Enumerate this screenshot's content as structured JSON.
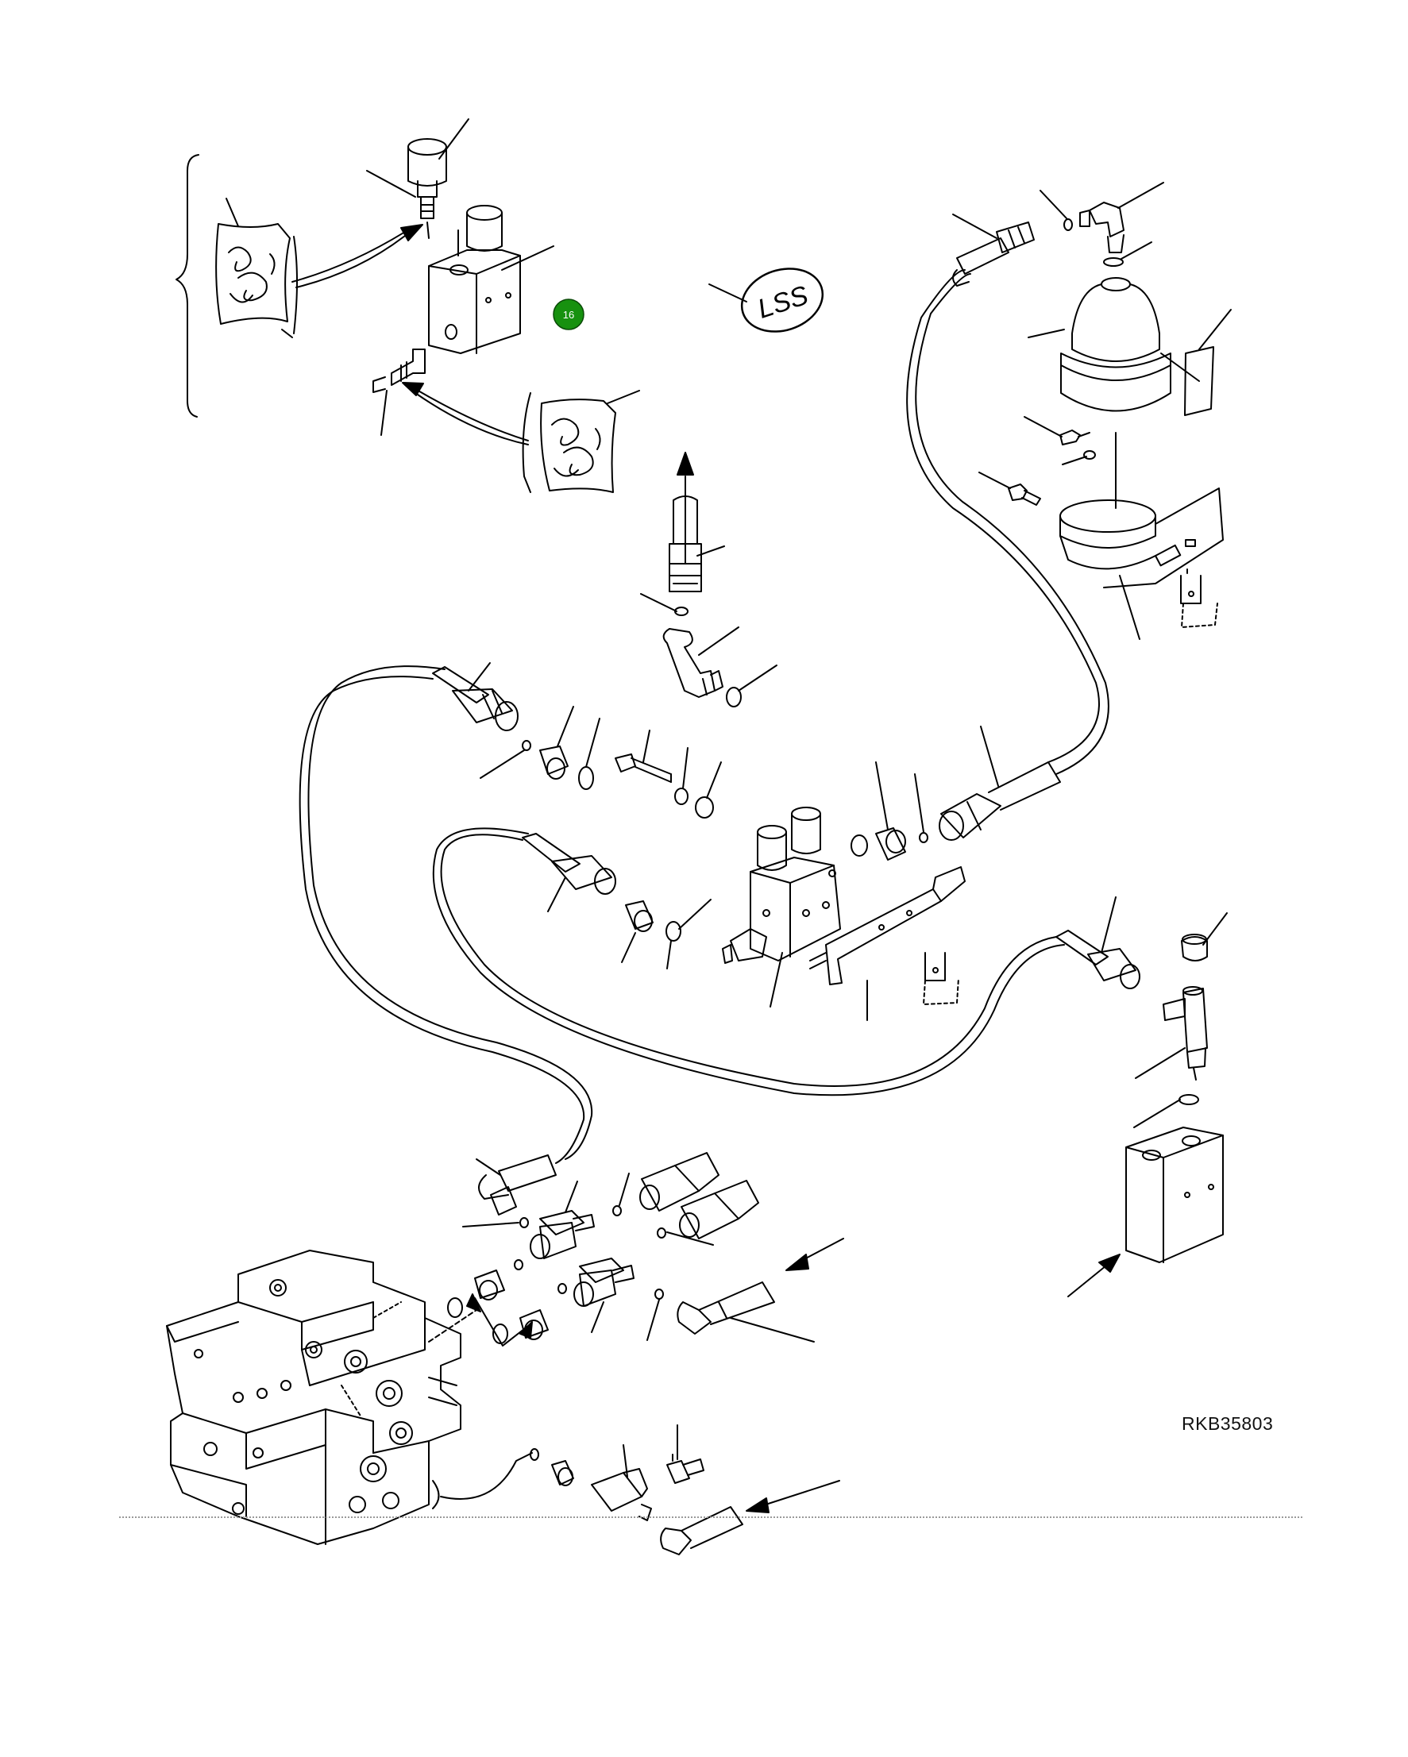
{
  "drawing": {
    "reference_code": "RKB35803",
    "lss_tag": "LSS",
    "marker_badge": "16"
  },
  "colors": {
    "line": "#000000",
    "paper": "#ffffff",
    "marker_fill": "#17910f",
    "marker_text": "#ffffff",
    "footer_rule": "#9a9a9a"
  },
  "icons": [
    "sealant-tube-icon",
    "sealant-tube-icon",
    "arrow-icon"
  ]
}
